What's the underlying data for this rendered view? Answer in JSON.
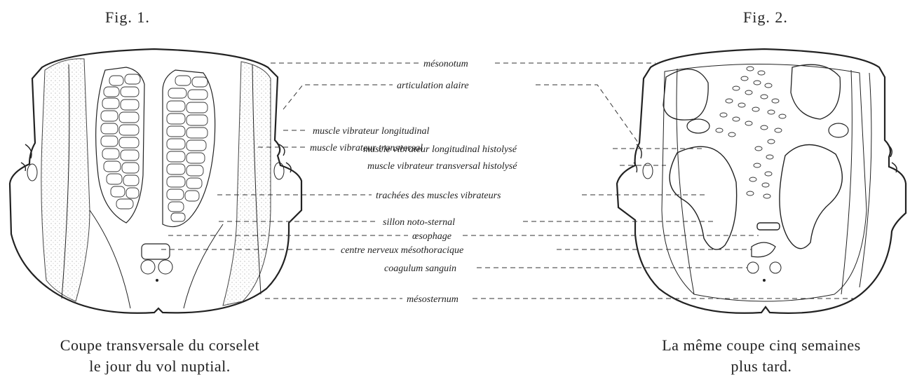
{
  "fig1": {
    "title": "Fig. 1.",
    "caption_line1": "Coupe  transversale du corselet",
    "caption_line2": "le jour du vol nuptial."
  },
  "fig2": {
    "title": "Fig. 2.",
    "caption_line1": "La même coupe cinq semaines",
    "caption_line2": "plus tard."
  },
  "labels": {
    "mesonotum": "mésonotum",
    "articulation_alaire": "articulation alaire",
    "muscle_vibrateur_longitudinal": "muscle vibrateur longitudinal",
    "muscle_vibrateur_longitudinal_histolyse": "muscle vibrateur longitudinal histolysé",
    "muscle_vibrateur_transversal": "muscle vibrateur transversal",
    "muscle_vibrateur_transversal_histolyse": "muscle vibrateur transversal histolysé",
    "trachees": "trachées des muscles vibrateurs",
    "sillon": "sillon  noto-sternal",
    "oesophage": "œsophage",
    "centre_nerveux": "centre nerveux  mésothoracique",
    "coagulum": "coagulum  sanguin",
    "mesosternum": "mésosternum"
  }
}
